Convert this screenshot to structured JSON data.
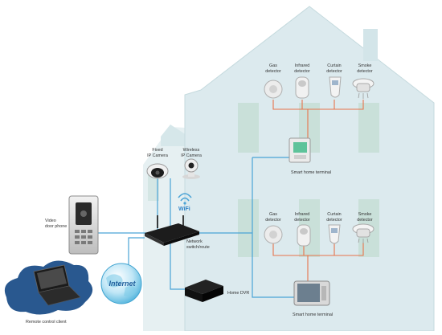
{
  "labels": {
    "fixed_camera": [
      "Fixed",
      "IP Camera"
    ],
    "wireless_camera": [
      "Wireless",
      "IP Camera"
    ],
    "wifi": "WiFi",
    "door_phone": [
      "Video",
      "door phone"
    ],
    "switch": [
      "Network",
      "switch/route"
    ],
    "home_dvr": "Home DVR",
    "internet": "Internet",
    "remote_client": "Remote control client",
    "upper_gas": [
      "Gas",
      "detector"
    ],
    "upper_infrared": [
      "Infrared",
      "detector"
    ],
    "upper_curtain": [
      "Curtain",
      "detector"
    ],
    "upper_smoke": [
      "Smoke",
      "detector"
    ],
    "upper_terminal": "Smart home terminal",
    "lower_gas": [
      "Gas",
      "detector"
    ],
    "lower_infrared": [
      "Infrared",
      "detector"
    ],
    "lower_curtain": [
      "Curtain",
      "detector"
    ],
    "lower_smoke": [
      "Smoke",
      "detector"
    ],
    "lower_terminal": "Smart home terminal"
  },
  "colors": {
    "house": "#dceaee",
    "house_edge": "#c5dade",
    "window": "#c9e0d9",
    "network_line": "#4aa3d6",
    "detector_line": "#e8734a",
    "cloud": "#29588f",
    "device_dark": "#1c1c1c"
  }
}
